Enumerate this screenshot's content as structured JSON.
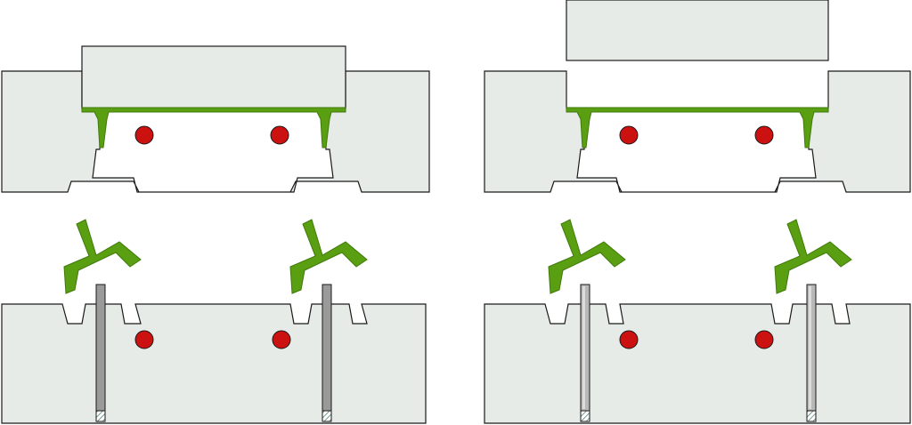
{
  "colors": {
    "mold_fill": "#e6ebe8",
    "mold_stroke": "#1a1a1a",
    "plastic": "#5a9e12",
    "plastic_dark": "#3f7a0a",
    "cooling_channel": "#cc1111",
    "pin_fill": "#9a9a9a",
    "pin_highlight": "#c8c8c8",
    "background": "#ffffff"
  },
  "panels": [
    {
      "id": "top-left",
      "stage": "mold-closed-filled",
      "cavity_open": false
    },
    {
      "id": "top-right",
      "stage": "mold-open-cavity",
      "cavity_open": true
    },
    {
      "id": "bottom-left",
      "stage": "parts-ejected",
      "pin_highlight": false
    },
    {
      "id": "bottom-right",
      "stage": "parts-ejected",
      "pin_highlight": true
    }
  ],
  "icons": [
    "cooling-channel-icon",
    "ejector-pin-icon",
    "molded-part-icon"
  ]
}
